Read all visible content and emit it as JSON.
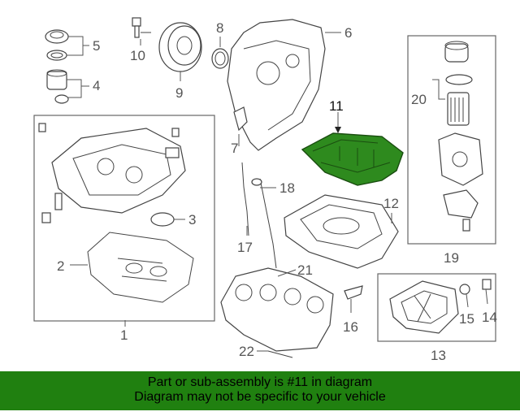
{
  "callouts": {
    "c1": "1",
    "c2": "2",
    "c3": "3",
    "c4": "4",
    "c5": "5",
    "c6": "6",
    "c7": "7",
    "c8": "8",
    "c9": "9",
    "c10": "10",
    "c11": "11",
    "c12": "12",
    "c13": "13",
    "c14": "14",
    "c15": "15",
    "c16": "16",
    "c17": "17",
    "c18": "18",
    "c19": "19",
    "c20": "20",
    "c21": "21",
    "c22": "22"
  },
  "highlight": {
    "part_number": "11",
    "color": "#2e8a1e"
  },
  "banner": {
    "line1": "Part or sub-assembly is #11 in diagram",
    "line2": "Diagram may not be specific to your vehicle",
    "color": "#208010"
  }
}
